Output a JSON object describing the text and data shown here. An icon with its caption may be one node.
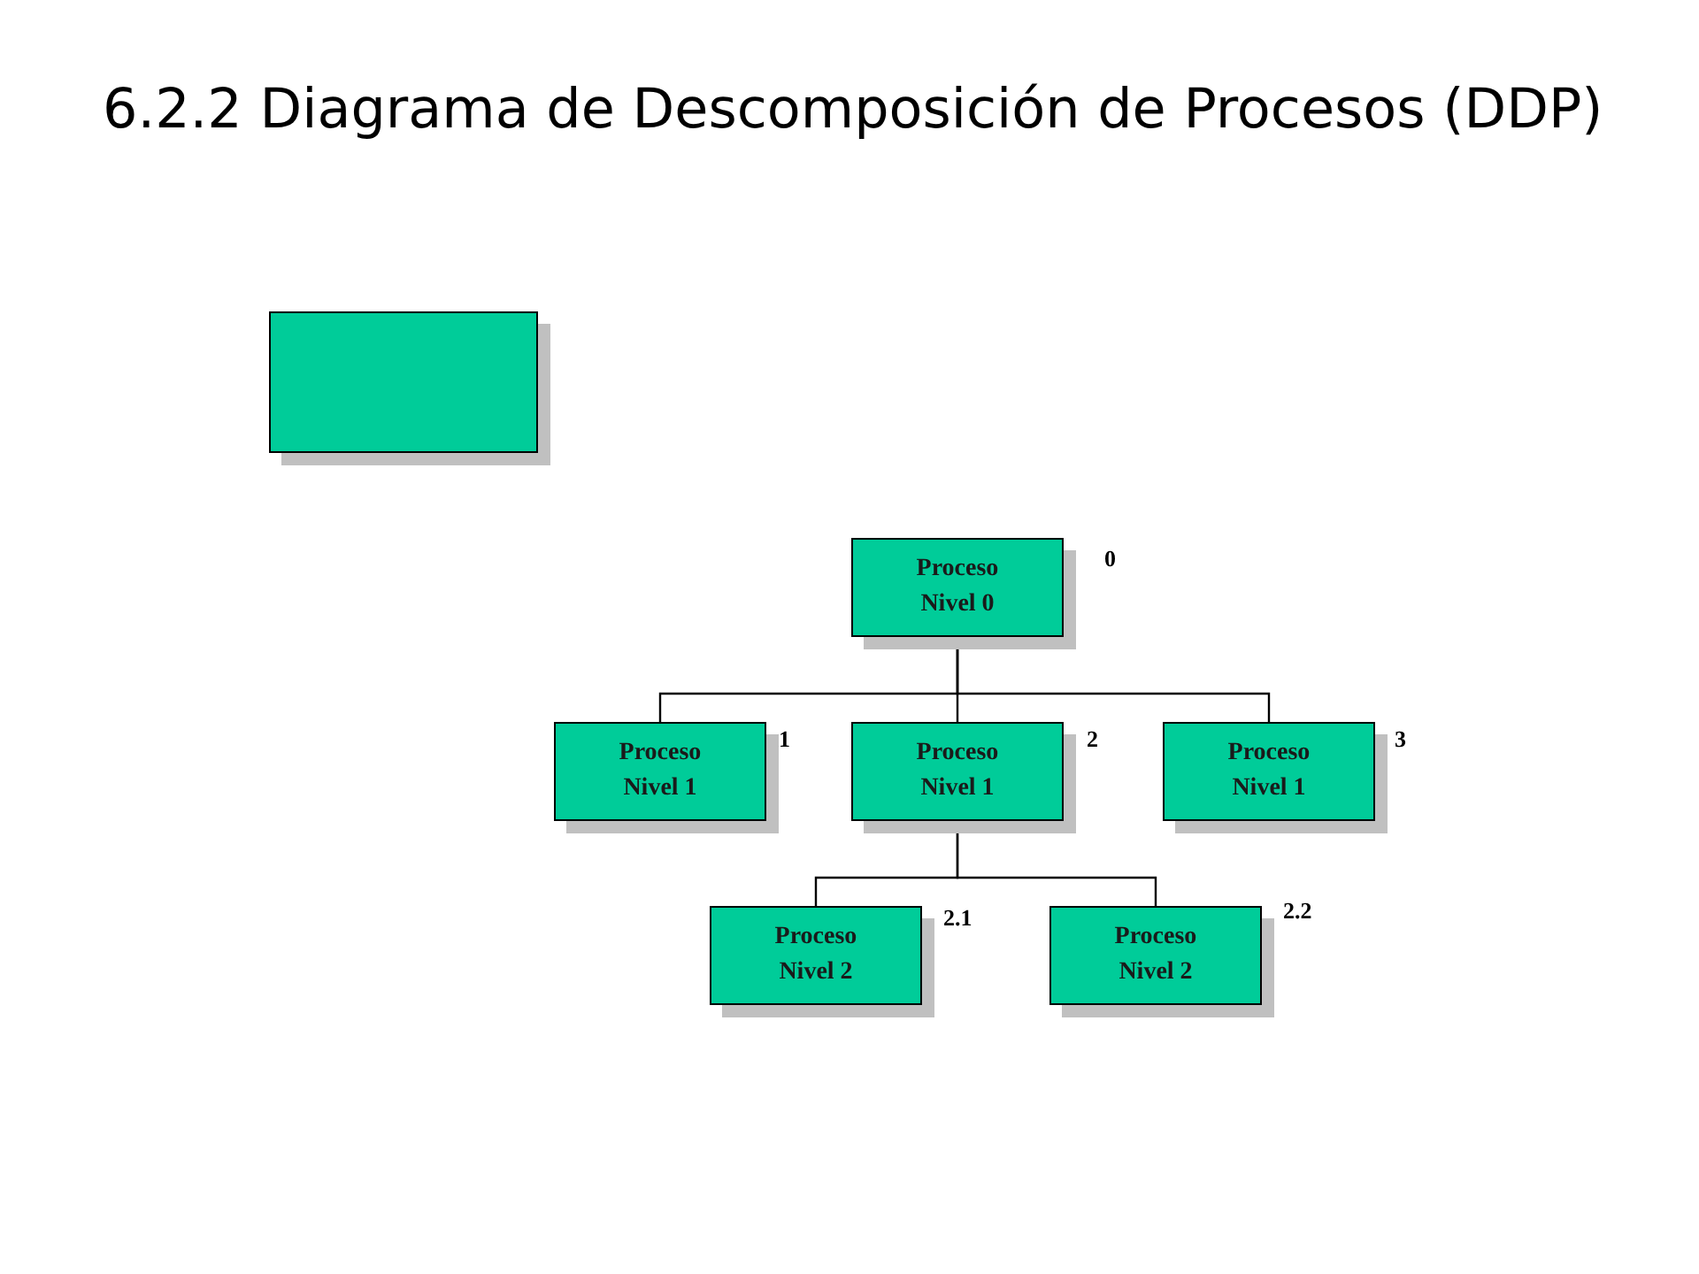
{
  "diagram": {
    "title": "6.2.2 Diagrama de Descomposición de Procesos (DDP)",
    "nodes": [
      {
        "text": [],
        "shape": "box"
      },
      {
        "text": [
          "Proceso Nivel 0"
        ],
        "beside": [
          "0"
        ]
      },
      {
        "text": [
          "Proceso Nivel 1"
        ],
        "beside": [
          "1"
        ]
      },
      {
        "text": [
          "Proceso Nivel 1"
        ],
        "beside": [
          "2"
        ]
      },
      {
        "text": [
          "Proceso Nivel 1"
        ],
        "beside": [
          "3"
        ]
      },
      {
        "text": [
          "Proceso Nivel 2"
        ],
        "beside": [
          "2.1"
        ]
      },
      {
        "text": [
          "Proceso Nivel 2"
        ],
        "beside": [
          "2.2"
        ]
      }
    ],
    "edges": [
      {
        "from": 1,
        "to": 2,
        "arrow": "none"
      },
      {
        "from": 1,
        "to": 3,
        "arrow": "none"
      },
      {
        "from": 1,
        "to": 4,
        "arrow": "none"
      },
      {
        "from": 3,
        "to": 5,
        "arrow": "none"
      },
      {
        "from": 3,
        "to": 6,
        "arrow": "none"
      }
    ]
  }
}
